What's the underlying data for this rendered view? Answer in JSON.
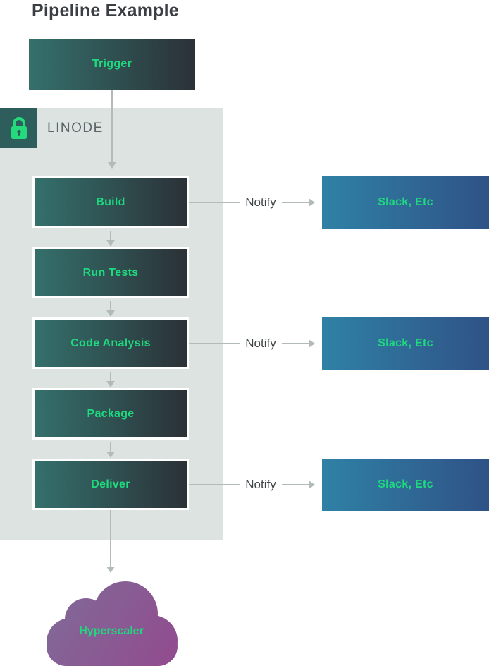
{
  "title": "Pipeline Example",
  "trigger": {
    "label": "Trigger"
  },
  "container": {
    "label": "LINODE",
    "icon": "lock-icon"
  },
  "stages": [
    {
      "label": "Build"
    },
    {
      "label": "Run Tests"
    },
    {
      "label": "Code Analysis"
    },
    {
      "label": "Package"
    },
    {
      "label": "Deliver"
    }
  ],
  "notify_rows": [
    {
      "label": "Notify",
      "target": "Slack, Etc"
    },
    {
      "label": "Notify",
      "target": "Slack, Etc"
    },
    {
      "label": "Notify",
      "target": "Slack, Etc"
    }
  ],
  "cloud": {
    "label": "Hyperscaler"
  },
  "colors": {
    "accent-green": "#1fd97e",
    "node-grad-a": "#34706c",
    "node-grad-b": "#2b3137",
    "slack-grad-a": "#2f81a5",
    "slack-grad-b": "#2f5286",
    "cloud-grad-a": "#7f6d99",
    "cloud-grad-b": "#924a8e",
    "container-bg": "#dce3e0",
    "lock-bg": "#2d5e5b",
    "arrow-gray": "#b3bbb9",
    "title-color": "#3a3f43",
    "label-gray": "#5b6468",
    "notify-text": "#404548"
  }
}
